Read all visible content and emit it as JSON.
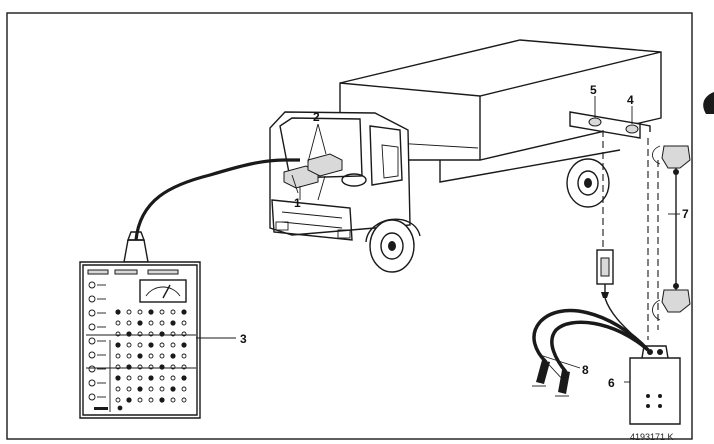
{
  "labels": {
    "l1": "1",
    "l2": "2",
    "l3": "3",
    "l4": "4",
    "l5": "5",
    "l6": "6",
    "l7": "7",
    "l8": "8"
  },
  "reference": "4193171 K"
}
